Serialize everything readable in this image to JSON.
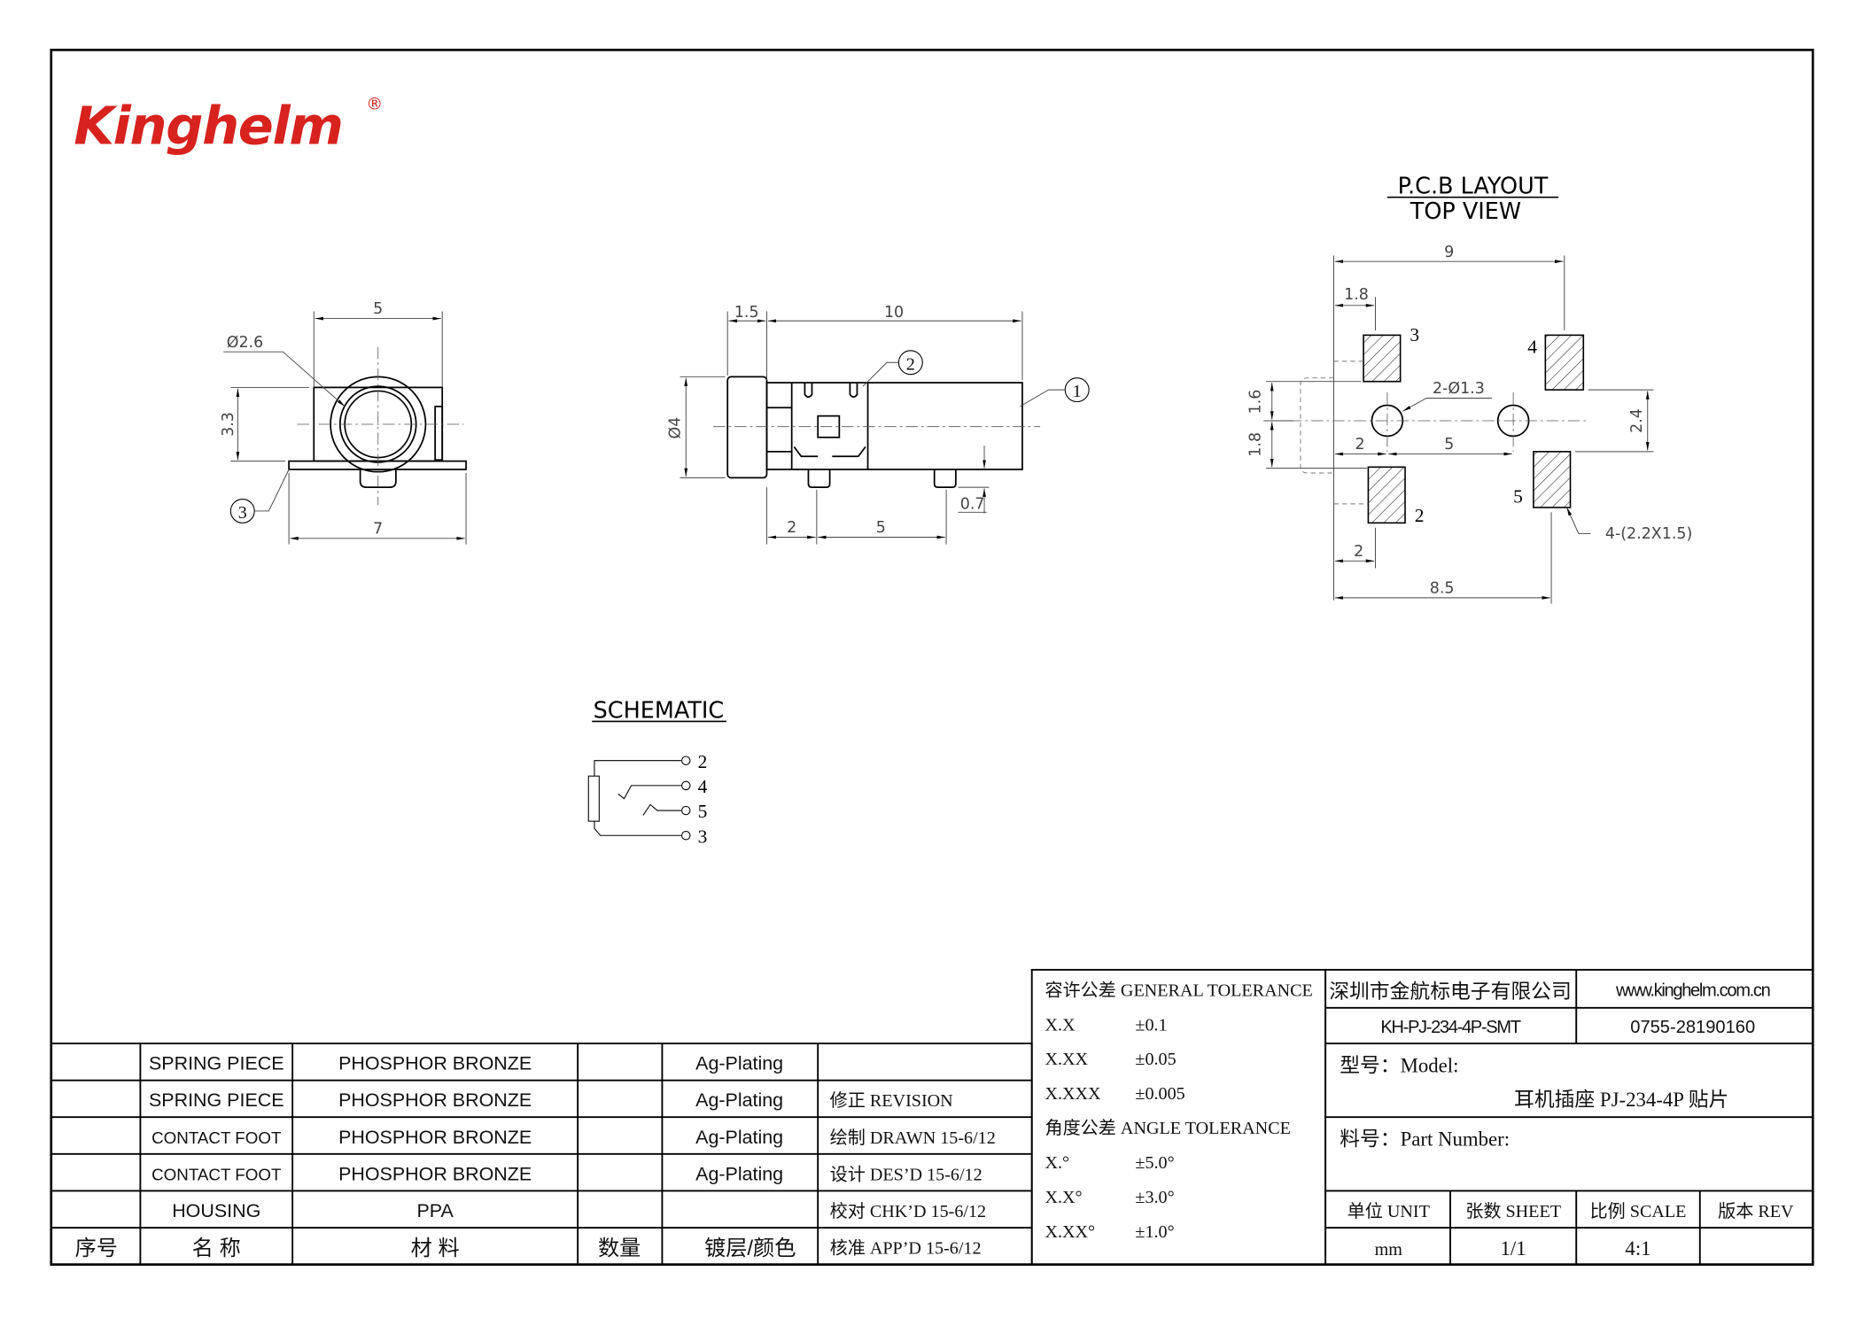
{
  "logo": {
    "text": "Kinghelm",
    "mark": "®",
    "color": "#d7221e"
  },
  "front_view": {
    "width": "5",
    "hole": "Ø2.6",
    "height": "3.3",
    "foot_width": "7",
    "balloon": "3"
  },
  "side_view": {
    "cap": "1.5",
    "length": "10",
    "diameter": "Ø4",
    "pin_offset": "2",
    "pin_pitch": "5",
    "pin_height": "0.7",
    "balloon_2": "2",
    "balloon_1": "1"
  },
  "pcb": {
    "title": "P.C.B LAYOUT",
    "subtitle": "TOP VIEW",
    "dims": {
      "overall": "9",
      "pad_offset": "1.8",
      "upper": "1.6",
      "lower": "1.8",
      "hole_offset": "2",
      "hole_pitch": "5",
      "right_gap": "2.4",
      "bottom_offset": "2",
      "bottom_width": "8.5"
    },
    "hole_note": "2-Ø1.3",
    "pad_note": "4-(2.2X1.5)",
    "pads": [
      "3",
      "4",
      "2",
      "5"
    ]
  },
  "schematic": {
    "title": "SCHEMATIC",
    "pins": [
      "2",
      "4",
      "5",
      "3"
    ]
  },
  "bom": {
    "rows": [
      {
        "name": "SPRING PIECE",
        "material": "PHOSPHOR BRONZE",
        "qty": "",
        "plating": "Ag-Plating",
        "sign": ""
      },
      {
        "name": "SPRING PIECE",
        "material": "PHOSPHOR BRONZE",
        "qty": "",
        "plating": "Ag-Plating",
        "sign": "修正 REVISION"
      },
      {
        "name": "CONTACT FOOT",
        "material": "PHOSPHOR BRONZE",
        "qty": "",
        "plating": "Ag-Plating",
        "sign": "绘制 DRAWN  15-6/12"
      },
      {
        "name": "CONTACT FOOT",
        "material": "PHOSPHOR BRONZE",
        "qty": "",
        "plating": "Ag-Plating",
        "sign": "设计 DES’D 15-6/12"
      },
      {
        "name": "HOUSING",
        "material": "PPA",
        "qty": "",
        "plating": "",
        "sign": "校对 CHK’D 15-6/12"
      }
    ],
    "header": {
      "no": "序号",
      "name": "名 称",
      "material": "材  料",
      "qty": "数量",
      "plating": "镀层/颜色",
      "sign": "核准 APP’D 15-6/12"
    }
  },
  "tolerance": {
    "general_title": "容许公差 GENERAL TOLERANCE",
    "general": [
      {
        "k": "X.X",
        "v": "±0.1"
      },
      {
        "k": "X.XX",
        "v": "±0.05"
      },
      {
        "k": "X.XXX",
        "v": "±0.005"
      }
    ],
    "angle_title": "角度公差  ANGLE TOLERANCE",
    "angle": [
      {
        "k": "X.°",
        "v": "±5.0°"
      },
      {
        "k": "X.X°",
        "v": "±3.0°"
      },
      {
        "k": "X.XX°",
        "v": "±1.0°"
      }
    ]
  },
  "title_block": {
    "company": "深圳市金航标电子有限公司",
    "website": "www.kinghelm.com.cn",
    "drawing_no": "KH-PJ-234-4P-SMT",
    "phone": "0755-28190160",
    "model_label": "型号：Model:",
    "model_value": "耳机插座 PJ-234-4P 贴片",
    "part_label": "料号：Part Number:",
    "unit_label": "单位 UNIT",
    "sheet_label": "张数 SHEET",
    "scale_label": "比例 SCALE",
    "rev_label": "版本 REV",
    "unit": "mm",
    "sheet": "1/1",
    "scale": "4:1",
    "rev": ""
  }
}
